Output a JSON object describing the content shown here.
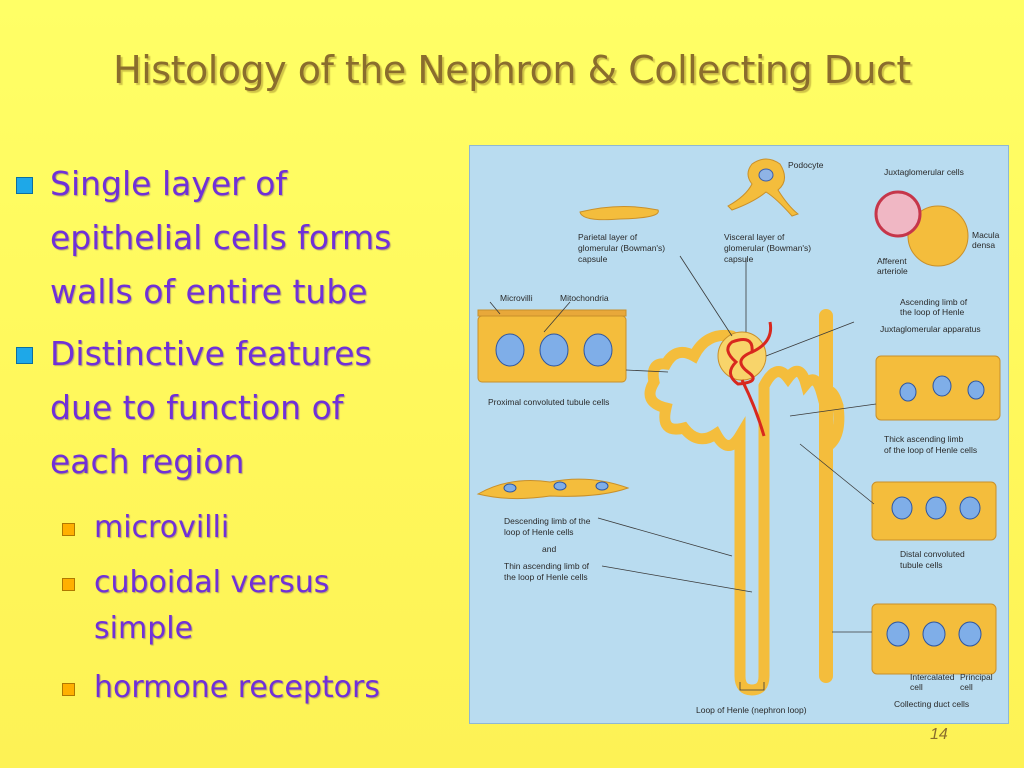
{
  "slide": {
    "title": "Histology of the Nephron & Collecting Duct",
    "page_number": "14"
  },
  "bullets": {
    "level1": [
      {
        "lines": [
          "Single layer of",
          "epithelial cells forms",
          "walls of entire tube"
        ]
      },
      {
        "lines": [
          "Distinctive features",
          "due to function of",
          "each region"
        ]
      }
    ],
    "level2": [
      {
        "lines": [
          "microvilli"
        ]
      },
      {
        "lines": [
          "cuboidal versus",
          "simple"
        ]
      },
      {
        "lines": [
          "hormone receptors"
        ]
      }
    ]
  },
  "figure": {
    "labels": {
      "podocyte": "Podocyte",
      "juxtaglomerular_cells": "Juxtaglomerular cells",
      "parietal": [
        "Parietal layer of",
        "glomerular (Bowman's)",
        "capsule"
      ],
      "visceral": [
        "Visceral layer of",
        "glomerular (Bowman's)",
        "capsule"
      ],
      "macula": [
        "Macula",
        "densa"
      ],
      "afferent": [
        "Afferent",
        "arteriole"
      ],
      "microvilli": "Microvilli",
      "mitochondria": "Mitochondria",
      "ascending_top": [
        "Ascending limb of",
        "the loop of Henle"
      ],
      "jg_apparatus": "Juxtaglomerular apparatus",
      "proximal": "Proximal convoluted tubule cells",
      "thick_ascending": [
        "Thick ascending limb",
        "of the loop of Henle cells"
      ],
      "descending": [
        "Descending limb of the",
        "loop of Henle cells"
      ],
      "and": "and",
      "thin_ascending": [
        "Thin ascending limb of",
        "the loop of Henle cells"
      ],
      "distal": [
        "Distal convoluted",
        "tubule cells"
      ],
      "intercalated": [
        "Intercalated",
        "cell"
      ],
      "principal": [
        "Principal",
        "cell"
      ],
      "loop_of_henle": "Loop of Henle (nephron loop)",
      "collecting_duct": "Collecting duct cells"
    }
  },
  "colors": {
    "title": "#8a6d2d",
    "bullet_text": "#7030d8",
    "bullet_marker_l1": "#1ea8e8",
    "bullet_marker_l2": "#ffb000",
    "figure_bg": "#b9dcf0",
    "tubule": "#f4bd3c",
    "vessel": "#d8281e"
  }
}
